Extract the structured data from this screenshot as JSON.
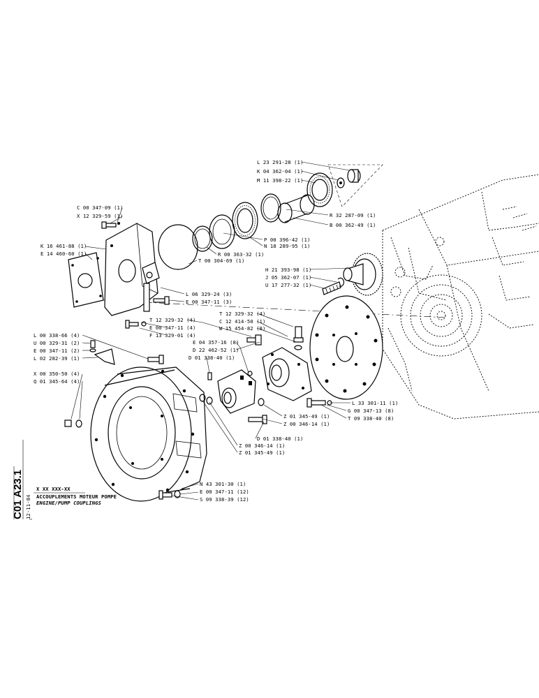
{
  "sheet": {
    "code": "C01 A23.1",
    "date": "12-11-84",
    "ref": "X XX XXX-XX",
    "title_fr": "ACCOUPLEMENTS MOTEUR POMPE",
    "title_en": "ENGINE/PUMP COUPLINGS"
  },
  "labels": [
    "L 23 291-28 (1)",
    "K 04 362-04 (1)",
    "M 11 398-22 (1)",
    "R 32 287-09 (1)",
    "B 00 362-49 (1)",
    "C 00 347-09 (1)",
    "X 12 329-59 (1)",
    "P 00 396-42 (1)",
    "N 18 289-95 (1)",
    "K 16 461-88 (1)",
    "E 14 460-60 (1)",
    "R 00 363-32 (1)",
    "T 00 304-69 (1)",
    "H 21 393-98 (1)",
    "J 05 362-07 (1)",
    "U 17 277-32 (1)",
    "L 06 329-24 (3)",
    "E 00 347-11 (3)",
    "T 12 329-32 (4)",
    "C 12 414-50 (1)",
    "W 15 454-82 (8)",
    "T 12 329-32 (4)",
    "E 00 347-11 (4)",
    "F 13 329-01 (4)",
    "E 04 357-16 (8)",
    "D 22 462-52 (1)",
    "D 01 338-40 (1)",
    "L 00 338-66 (4)",
    "U 00 329-31 (2)",
    "E 00 347-11 (2)",
    "L 02 282-39 (1)",
    "X 00 350-50 (4)",
    "Q 01 345-64 (4)",
    "L 33 301-11 (1)",
    "G 00 347-13 (8)",
    "T 09 338-40 (8)",
    "Z 01 345-49 (1)",
    "Z 00 346-14 (1)",
    "D 01 338-40 (1)",
    "Z 00 346-14 (1)",
    "Z 01 345-49 (1)",
    "N 43 301-30 (1)",
    "E 00 347-11 (12)",
    "S 09 338-39 (12)"
  ]
}
